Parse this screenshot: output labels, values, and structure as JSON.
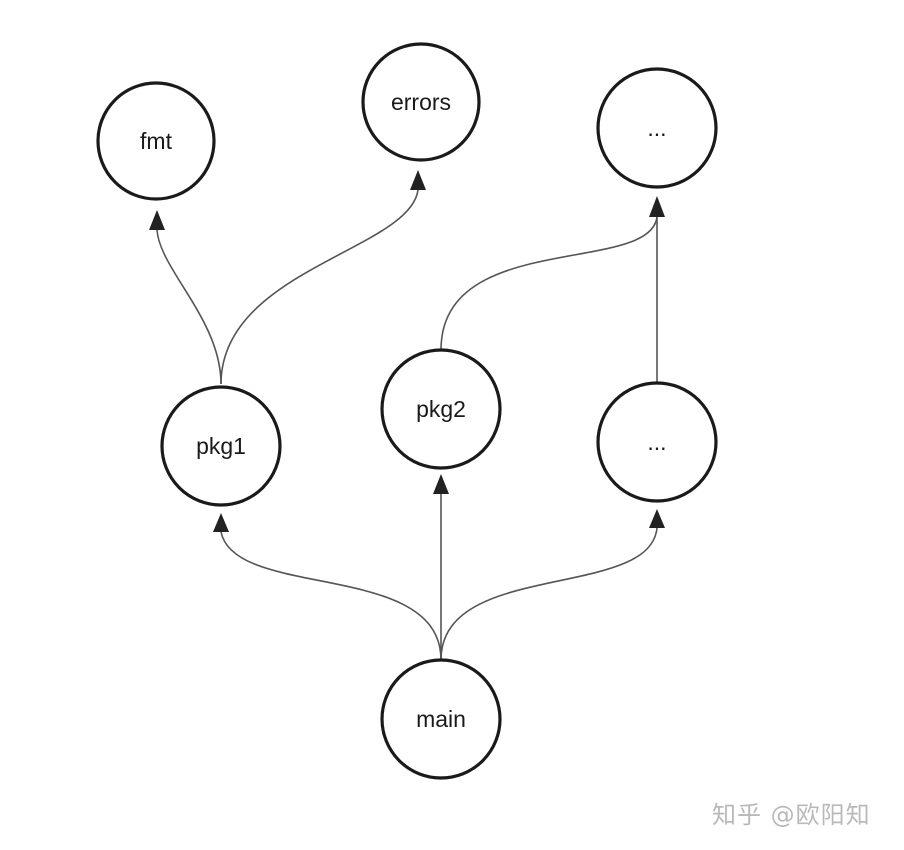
{
  "nodes": {
    "fmt": "fmt",
    "errors": "errors",
    "ellipsis_top": "...",
    "pkg1": "pkg1",
    "pkg2": "pkg2",
    "ellipsis_mid": "...",
    "main": "main"
  },
  "edges": [
    {
      "from": "main",
      "to": "pkg1"
    },
    {
      "from": "main",
      "to": "pkg2"
    },
    {
      "from": "main",
      "to": "ellipsis_mid"
    },
    {
      "from": "pkg1",
      "to": "fmt"
    },
    {
      "from": "pkg1",
      "to": "errors"
    },
    {
      "from": "pkg2",
      "to": "ellipsis_top"
    },
    {
      "from": "ellipsis_mid",
      "to": "ellipsis_top"
    }
  ],
  "colors": {
    "node_stroke": "#1a1a1a",
    "edge_stroke": "#555555",
    "arrowhead": "#222222",
    "watermark": "#b9b9b9"
  },
  "watermark": "知乎 @欧阳知"
}
